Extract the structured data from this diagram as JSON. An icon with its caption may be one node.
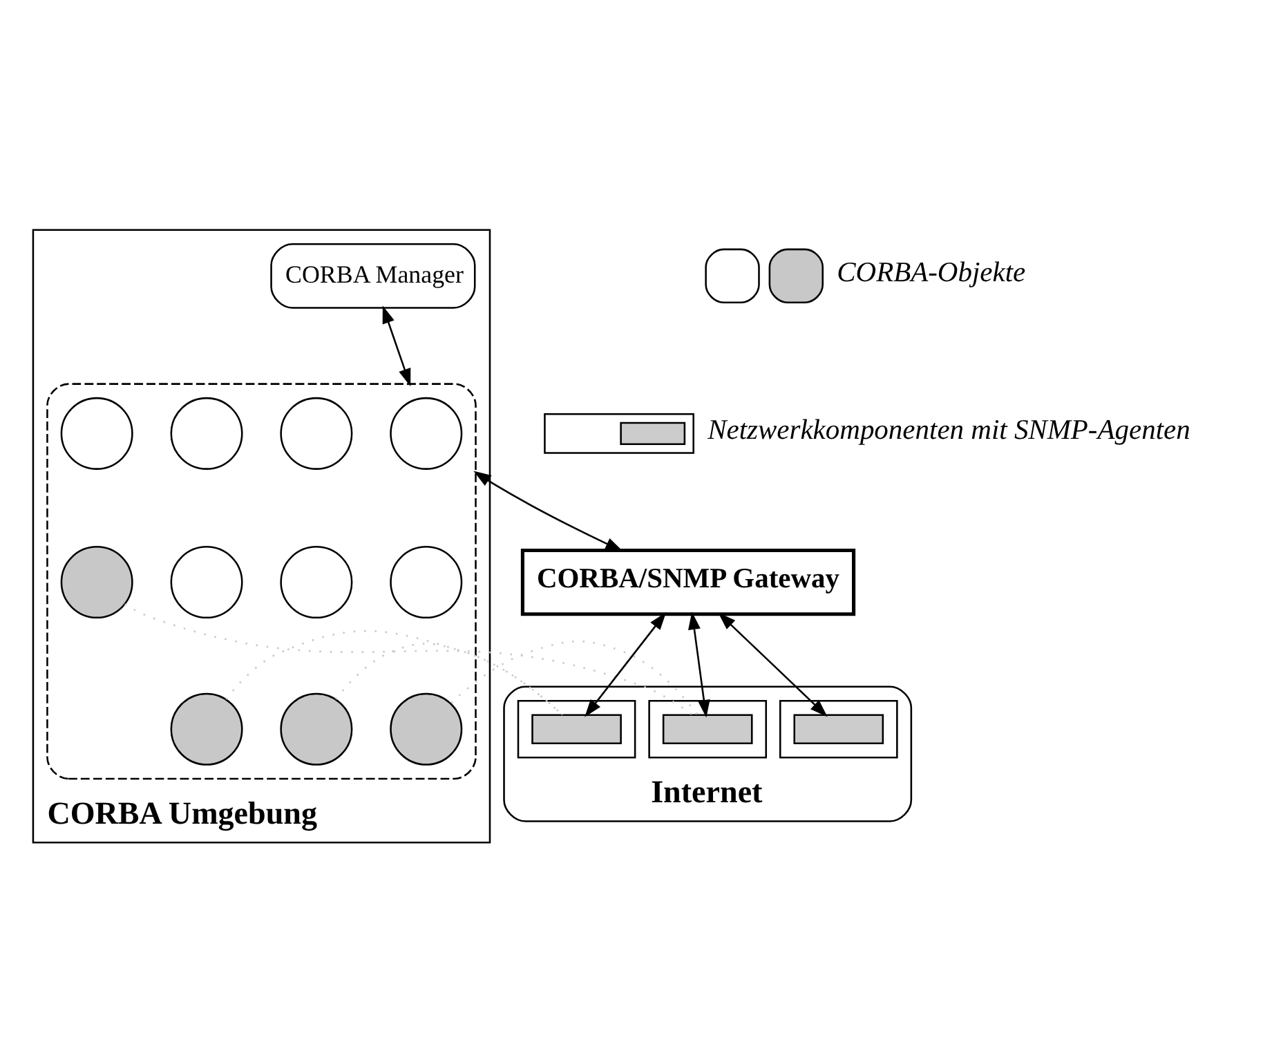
{
  "diagram": {
    "nodes": [
      {
        "text": [
          "CORBA Umgebung"
        ]
      },
      {
        "text": [
          "CORBA Manager"
        ],
        "in": 0
      },
      {
        "text": [],
        "shape": "box",
        "in": 0
      },
      {
        "text": [],
        "shape": "circle",
        "in": 2
      },
      {
        "text": [],
        "shape": "circle",
        "in": 2
      },
      {
        "text": [],
        "shape": "circle",
        "in": 2
      },
      {
        "text": [],
        "shape": "circle",
        "in": 2
      },
      {
        "text": [],
        "shape": "circle",
        "in": 2
      },
      {
        "text": [],
        "shape": "circle",
        "in": 2
      },
      {
        "text": [],
        "shape": "circle",
        "in": 2
      },
      {
        "text": [],
        "shape": "circle",
        "in": 2
      },
      {
        "text": [],
        "shape": "circle",
        "in": 2
      },
      {
        "text": [],
        "shape": "circle",
        "in": 2
      },
      {
        "text": [],
        "shape": "circle",
        "in": 2
      },
      {
        "text": [
          "CORBA/SNMP Gateway"
        ]
      },
      {
        "text": [
          "Internet"
        ]
      },
      {
        "text": [],
        "shape": "box",
        "in": 15
      },
      {
        "text": [],
        "shape": "bar",
        "in": 16
      },
      {
        "text": [],
        "shape": "box",
        "in": 15
      },
      {
        "text": [],
        "shape": "bar",
        "in": 18
      },
      {
        "text": [],
        "shape": "box",
        "in": 15
      },
      {
        "text": [],
        "shape": "bar",
        "in": 20
      }
    ],
    "edges": [
      {
        "from": 1,
        "to": 2,
        "arrow": "both"
      },
      {
        "from": 2,
        "to": 14,
        "arrow": "both"
      },
      {
        "from": 14,
        "to": 17,
        "arrow": "both"
      },
      {
        "from": 14,
        "to": 21,
        "arrow": "both"
      },
      {
        "from": 14,
        "to": 19,
        "arrow": "both"
      },
      {
        "from": 10,
        "to": 19,
        "arrow": "none",
        "style": "dashed",
        "color": "#c8c8c8"
      },
      {
        "from": 11,
        "to": 19,
        "arrow": "none",
        "style": "dashed",
        "color": "#c8c8c8"
      },
      {
        "from": 12,
        "to": 21,
        "arrow": "none",
        "style": "dashed",
        "color": "#c8c8c8"
      },
      {
        "from": 13,
        "to": 21,
        "arrow": "none",
        "style": "dashed",
        "color": "#c8c8c8"
      }
    ],
    "legend": [
      {
        "text": "CORBA-Objekte"
      },
      {
        "text": "Netzwerkkomponenten mit SNMP-Agenten"
      }
    ]
  }
}
